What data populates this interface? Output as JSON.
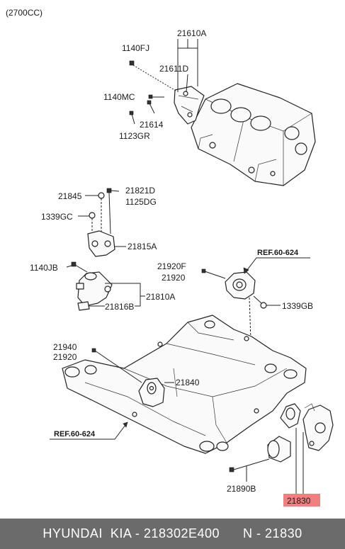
{
  "variant": "(2700CC)",
  "labels": {
    "p21610A": "21610A",
    "p1140FJ": "1140FJ",
    "p21611D": "21611D",
    "p1140MC": "1140MC",
    "p21614": "21614",
    "p1123GR": "1123GR",
    "p21845": "21845",
    "p21821D": "21821D",
    "p1125DG": "1125DG",
    "p1339GC": "1339GC",
    "p21815A": "21815A",
    "p1140JB": "1140JB",
    "p21810A": "21810A",
    "p21816B": "21816B",
    "p21920F": "21920F",
    "p21920a": "21920",
    "p1339GB": "1339GB",
    "p21940": "21940",
    "p21920b": "21920",
    "p21840": "21840",
    "p21890B": "21890B",
    "p21830": "21830"
  },
  "refs": {
    "top": "REF.60-624",
    "left": "REF.60-624"
  },
  "highlight_color": "#f08080",
  "footer": {
    "brand": "HYUNDAI  KIA - 218302E400",
    "number": "N - 21830"
  }
}
